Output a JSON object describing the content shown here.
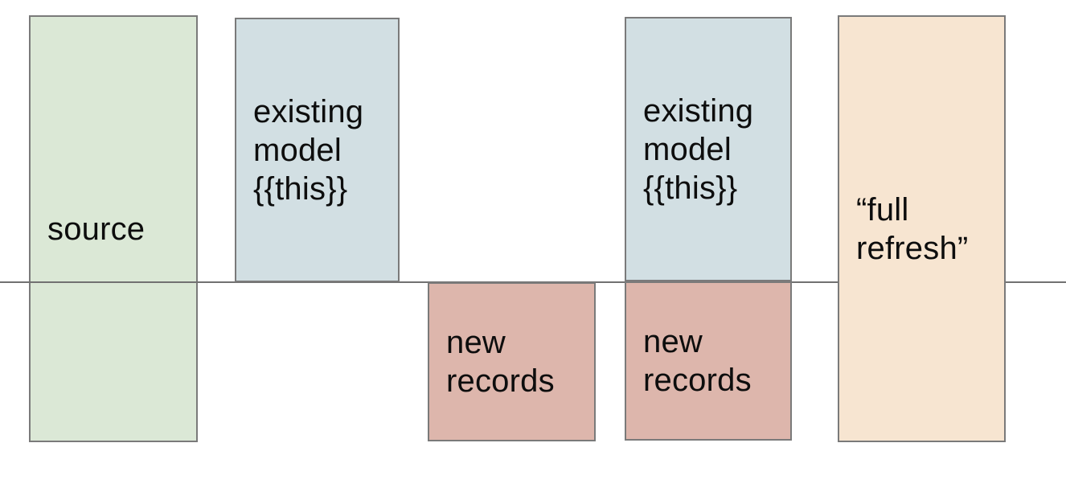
{
  "diagram": {
    "colors": {
      "background": "#ffffff",
      "box_border": "#7a7a7a",
      "baseline": "#717171",
      "text": "#0d0d0d",
      "source_green": "#dbe8d6",
      "existing_model_blue": "#d2dfe3",
      "new_records_rose": "#ddb6ac",
      "full_refresh_peach": "#f7e5d1"
    },
    "baseline": {
      "description": "horizontal-cutoff-line"
    },
    "boxes": [
      {
        "id": "source",
        "label": "source"
      },
      {
        "id": "existing-model-1",
        "label": "existing\nmodel\n{{this}}"
      },
      {
        "id": "new-records-1",
        "label": "new\nrecords"
      },
      {
        "id": "existing-model-2",
        "label": "existing\nmodel\n{{this}}"
      },
      {
        "id": "new-records-2",
        "label": "new\nrecords"
      },
      {
        "id": "full-refresh",
        "label": "“full\nrefresh”"
      }
    ]
  }
}
